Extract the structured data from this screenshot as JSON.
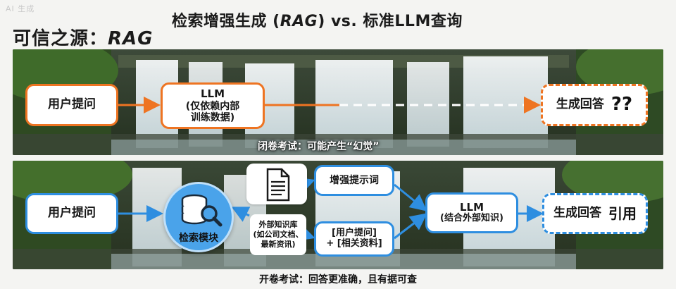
{
  "watermark": "AI 生成",
  "title": {
    "main_prefix": "可信之源：",
    "main_rag": "RAG",
    "sub_prefix": "检索增强生成 (",
    "sub_rag": "RAG",
    "sub_suffix": ") vs. 标准LLM查询"
  },
  "top_flow": {
    "user_question": "用户提问",
    "llm_title": "LLM",
    "llm_note_1": "(仅依赖内部",
    "llm_note_2": "训练数据)",
    "answer": "生成回答",
    "answer_mark": "??",
    "caption": "闭卷考试：可能产生“幻觉”"
  },
  "bottom_flow": {
    "user_question": "用户提问",
    "retrieval": "检索模块",
    "knowledge_1": "外部知识库",
    "knowledge_2": "(如公司文档、",
    "knowledge_3": "最新资讯)",
    "enhanced_prompt": "增强提示词",
    "combined_1": "[用户提问]",
    "combined_2": "+ [相关资料]",
    "llm_title": "LLM",
    "llm_note": "(结合外部知识)",
    "answer": "生成回答",
    "answer_mark": "引用",
    "caption": "开卷考试：回答更准确，且有据可查"
  },
  "colors": {
    "orange": "#ee7422",
    "blue": "#2e8ee0",
    "background": "#f4f4f2"
  },
  "icons": [
    "document-icon",
    "database-search-icon"
  ]
}
